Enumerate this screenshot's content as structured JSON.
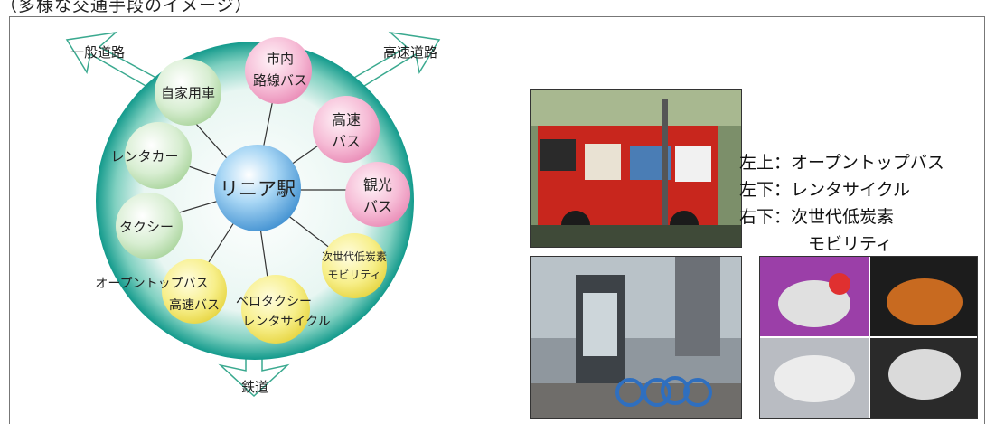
{
  "page_title": "（多様な交通手段のイメージ）",
  "hub": {
    "label": "リニア駅"
  },
  "roads": {
    "general": "一般道路",
    "expressway": "高速道路",
    "railway": "鉄道"
  },
  "nodes": {
    "private_car": "自家用車",
    "city_bus": [
      "市内",
      "路線バス"
    ],
    "express_bus": [
      "高速",
      "バス"
    ],
    "sightseeing_bus": [
      "観光",
      "バス"
    ],
    "low_carbon": [
      "次世代低炭素",
      "モビリティ"
    ],
    "velotaxi": [
      "ベロタクシー",
      "レンタサイクル"
    ],
    "open_top": [
      "オープントップバス",
      "高速バス"
    ],
    "taxi": "タクシー",
    "rental_car": "レンタカー"
  },
  "photo_caption": {
    "line1": "左上：オープントップバス",
    "line2": "左下：レンタサイクル",
    "line3": "右下：次世代低炭素",
    "line4": "モビリティ"
  },
  "colors": {
    "ring": "#1aa39a",
    "hub": "#5ab0e8",
    "pink": "#f2a9c9",
    "green": "#c8e6c0",
    "yellow": "#f5ea72",
    "arrow": "#3aa98f"
  }
}
